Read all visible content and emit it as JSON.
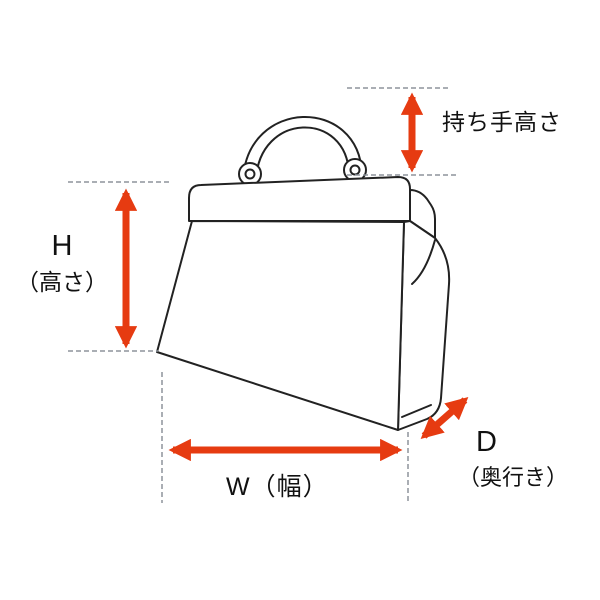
{
  "labels": {
    "handle_height": "持ち手高さ",
    "height_main": "H",
    "height_sub": "（高さ）",
    "width": "W（幅）",
    "depth_main": "D",
    "depth_sub": "（奥行き）"
  },
  "colors": {
    "arrow": "#e63b11",
    "outline": "#222222",
    "guide": "#8d939b",
    "background": "#ffffff",
    "text": "#111111"
  }
}
